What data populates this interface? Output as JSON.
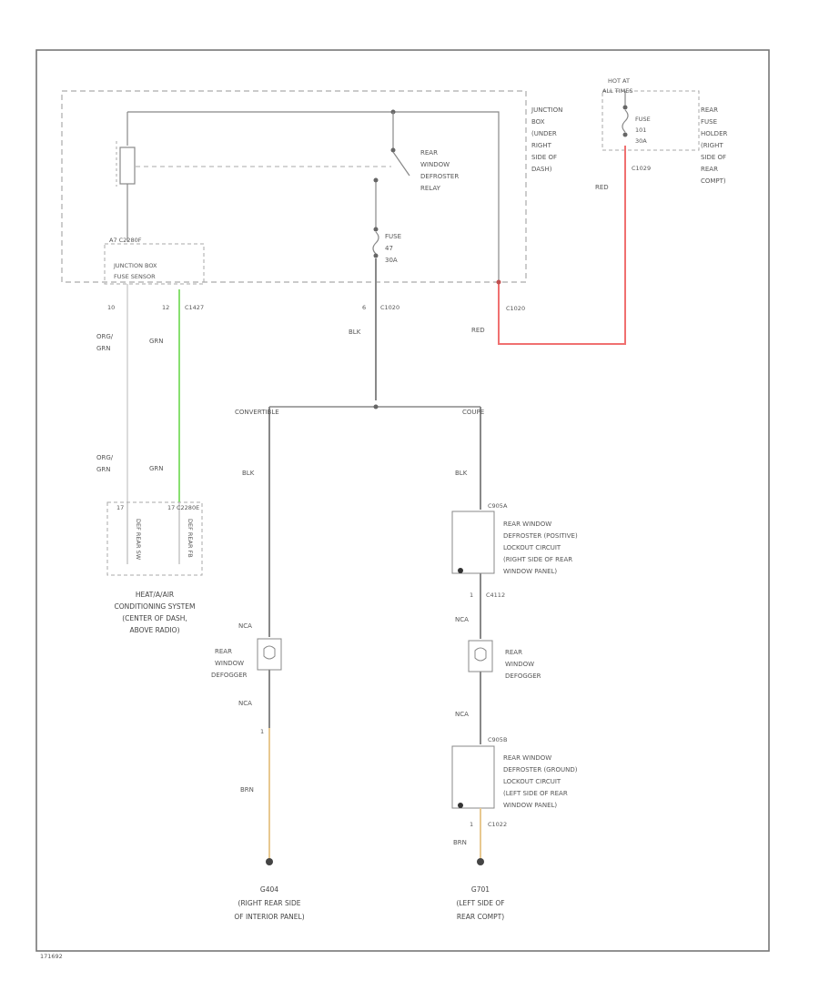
{
  "diagram": {
    "junction_box_label": [
      "JUNCTION",
      "BOX",
      "(UNDER",
      "RIGHT",
      "SIDE OF",
      "DASH)"
    ],
    "relay_label": [
      "REAR",
      "WINDOW",
      "DEFROSTER",
      "RELAY"
    ],
    "fuse_main_label": [
      "FUSE",
      "47",
      "30A"
    ],
    "hot_at_all_times": [
      "HOT AT",
      "ALL TIMES"
    ],
    "fuse_rear_label": [
      "FUSE",
      "101",
      "30A"
    ],
    "rear_fuse_holder_label": [
      "REAR",
      "FUSE",
      "HOLDER",
      "(RIGHT",
      "SIDE OF",
      "REAR",
      "COMPT)"
    ],
    "connector_c1029": "C1029",
    "jb_sensor_label": [
      "JUNCTION BOX",
      "FUSE SENSOR"
    ],
    "jb_pin_label": "A7 C2280F",
    "pin_10": "10",
    "pin_12": "12",
    "conn_c1427": "C1427",
    "conn_c1020": "C1020",
    "conn_c1020b": "C1020",
    "pin_6": "6",
    "wire_org_grn_1": [
      "ORG/",
      "GRN"
    ],
    "wire_grn_1": "GRN",
    "wire_org_grn_2": [
      "ORG/",
      "GRN"
    ],
    "wire_grn_2": "GRN",
    "wire_blk_main": "BLK",
    "wire_red_1": "RED",
    "wire_red_2": "RED",
    "branch_convertible": "CONVERTIBLE",
    "branch_coupe": "COUPE",
    "wire_blk_left": "BLK",
    "wire_blk_right": "BLK",
    "hvac_conn": "C2280E",
    "hvac_pin_left": "17",
    "hvac_pin_right": "17",
    "hvac_sig_1": "DEF REAR SW",
    "hvac_sig_2": "DEF REAR FB",
    "hvac_label": [
      "HEAT/A/AIR",
      "CONDITIONING SYSTEM",
      "(CENTER OF DASH,",
      "ABOVE RADIO)"
    ],
    "lockout_pos_conn": "C905A",
    "lockout_pos_label": [
      "REAR WINDOW",
      "DEFROSTER (POSITIVE)",
      "LOCKOUT CIRCUIT",
      "(RIGHT SIDE OF REAR",
      "WINDOW PANEL)"
    ],
    "conn_c4112": "C4112",
    "pin_1a": "1",
    "nca_1": "NCA",
    "defogger_left_label": [
      "REAR",
      "WINDOW",
      "DEFOGGER"
    ],
    "nca_2": "NCA",
    "pin_1b": "1",
    "wire_brn_left": "BRN",
    "nca_3": "NCA",
    "defogger_right_label": [
      "REAR",
      "WINDOW",
      "DEFOGGER"
    ],
    "nca_4": "NCA",
    "lockout_gnd_conn": "C905B",
    "lockout_gnd_label": [
      "REAR WINDOW",
      "DEFROSTER (GROUND)",
      "LOCKOUT CIRCUIT",
      "(LEFT SIDE OF REAR",
      "WINDOW PANEL)"
    ],
    "conn_c1022": "C1022",
    "pin_1c": "1",
    "wire_brn_right": "BRN",
    "ground_left_id": "G404",
    "ground_left_label": [
      "(RIGHT REAR SIDE",
      "OF INTERIOR PANEL)"
    ],
    "ground_right_id": "G701",
    "ground_right_label": [
      "(LEFT SIDE OF",
      "REAR COMPT)"
    ],
    "page_ref": "171692"
  },
  "colors": {
    "wire": "#888888",
    "red_wire": "#f07070",
    "green_wire": "#88e070",
    "brown_wire": "#e8c890",
    "dashed_box": "#aaaaaa"
  }
}
